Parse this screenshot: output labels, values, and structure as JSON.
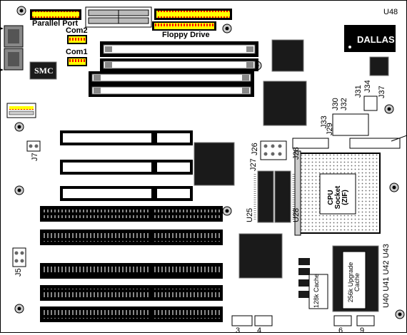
{
  "labels": {
    "parallel_port": "Parallel Port",
    "floppy_drive": "Floppy Drive",
    "com2": "Com2",
    "com1": "Com1",
    "smc": "SMC",
    "dallas": "DALLAS",
    "u48": "U48",
    "j7": "J7",
    "j5": "J5",
    "j26": "J26",
    "j27": "J27",
    "j28": "J28",
    "j29": "J29",
    "j30": "J30",
    "j31": "J31",
    "j32": "J32",
    "j33": "J33",
    "j34": "J34",
    "j37": "J37",
    "u25": "U25",
    "u28": "U28",
    "cpu_socket": "CPU Socket (ZIF)",
    "cache_128k": "128k Cache",
    "cache_256k": "256k Upgrade Cache",
    "u40_43": "U40 U41 U42 U43",
    "bottom_3": "3",
    "bottom_4": "4",
    "bottom_6": "6",
    "bottom_9": "9"
  },
  "colors": {
    "board": "#ffffff",
    "chip": "#1a1a1a",
    "connector_yellow": "#ffff00",
    "connector_red": "#ff0000",
    "slot_gray": "#c0c0c0"
  },
  "icons": [
    "mounting-hole-icon",
    "jumper-icon",
    "chip-icon"
  ]
}
